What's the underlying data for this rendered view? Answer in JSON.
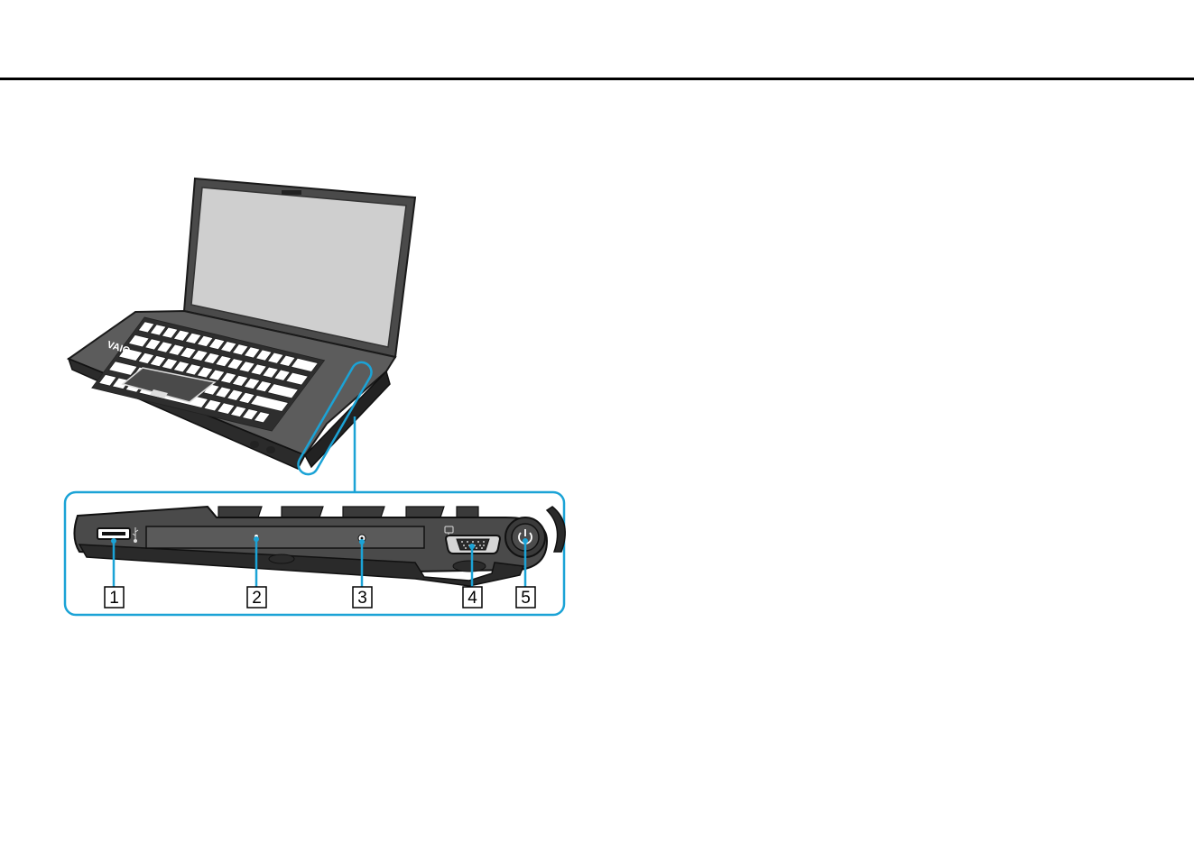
{
  "colors": {
    "rule": "#000000",
    "accent_callout": "#1ba3d6",
    "laptop_body": "#3a3a3a",
    "laptop_dark": "#1a1a1a",
    "screen": "#c9c9c9",
    "key": "#ffffff"
  },
  "figure": {
    "callouts": [
      {
        "label": "1",
        "part": "usb-port"
      },
      {
        "label": "2",
        "part": "optical-disc-drive"
      },
      {
        "label": "3",
        "part": "drive-indicator"
      },
      {
        "label": "4",
        "part": "monitor-port"
      },
      {
        "label": "5",
        "part": "power-button"
      }
    ],
    "icons": [
      "usb-icon",
      "monitor-icon",
      "power-icon"
    ]
  }
}
